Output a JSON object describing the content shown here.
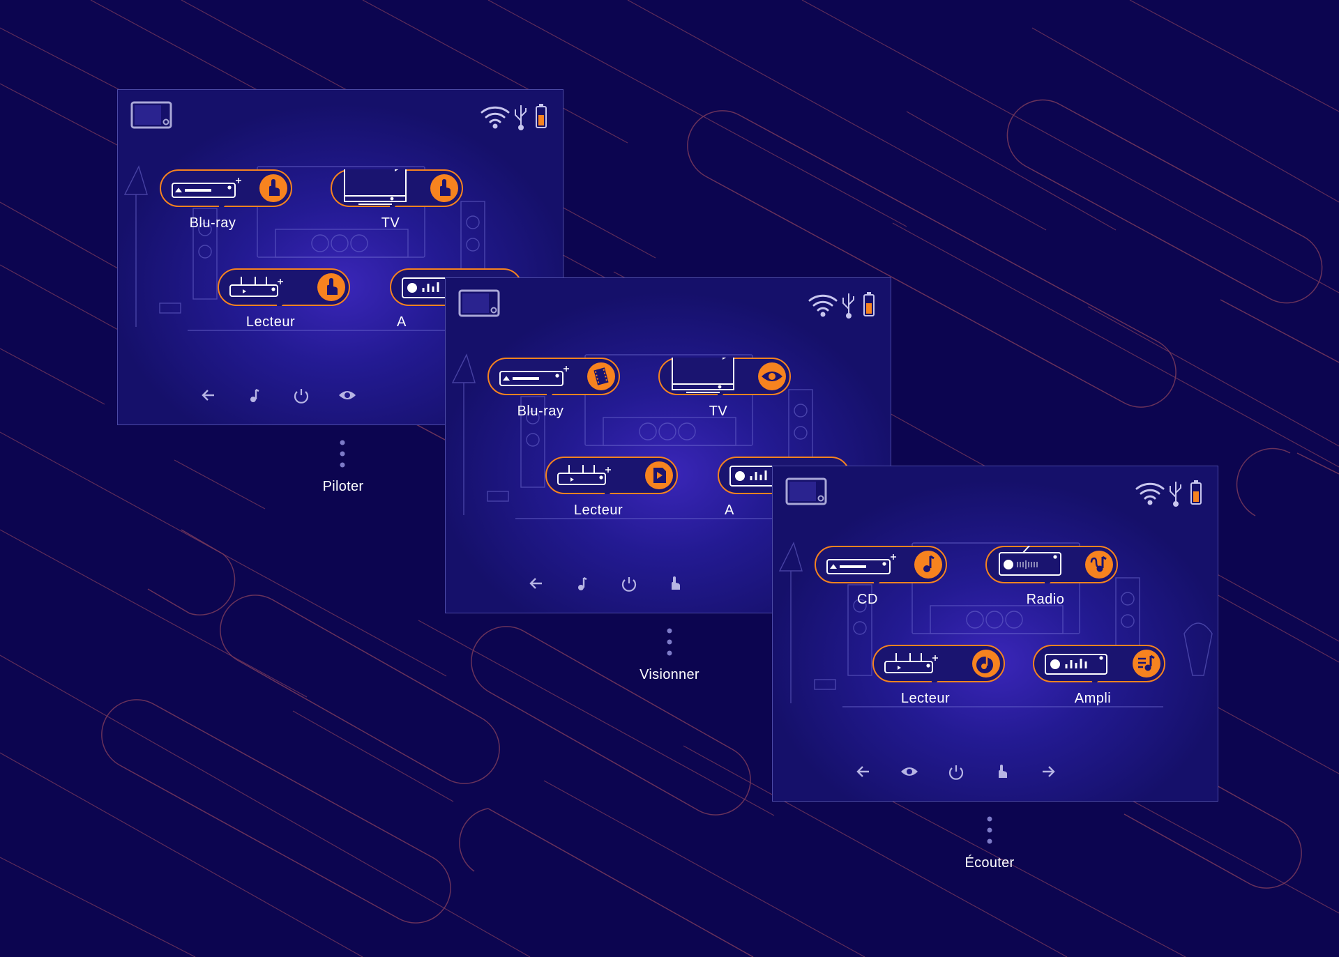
{
  "screens": [
    {
      "caption": "Piloter",
      "devices": [
        {
          "label": "Blu-ray",
          "icon": "bluray-player-icon",
          "action_icon": "hand-pointer-icon"
        },
        {
          "label": "TV",
          "icon": "tv-icon",
          "action_icon": "hand-pointer-icon"
        },
        {
          "label": "Lecteur",
          "icon": "media-player-icon",
          "action_icon": "hand-pointer-icon"
        },
        {
          "label": "A",
          "icon": "amplifier-icon",
          "action_icon": ""
        }
      ],
      "nav": [
        "back-arrow-icon",
        "music-note-icon",
        "power-icon",
        "eye-icon"
      ]
    },
    {
      "caption": "Visionner",
      "devices": [
        {
          "label": "Blu-ray",
          "icon": "bluray-player-icon",
          "action_icon": "film-icon"
        },
        {
          "label": "TV",
          "icon": "tv-icon",
          "action_icon": "eye-icon"
        },
        {
          "label": "Lecteur",
          "icon": "media-player-icon",
          "action_icon": "play-file-icon"
        },
        {
          "label": "A",
          "icon": "amplifier-icon",
          "action_icon": ""
        }
      ],
      "nav": [
        "back-arrow-icon",
        "music-note-icon",
        "power-icon",
        "hand-pointer-icon"
      ]
    },
    {
      "caption": "Écouter",
      "devices": [
        {
          "label": "CD",
          "icon": "cd-player-icon",
          "action_icon": "music-note-icon"
        },
        {
          "label": "Radio",
          "icon": "radio-icon",
          "action_icon": "radio-wave-icon"
        },
        {
          "label": "Lecteur",
          "icon": "media-player-icon",
          "action_icon": "music-disc-icon"
        },
        {
          "label": "Ampli",
          "icon": "amplifier-icon",
          "action_icon": "playlist-icon"
        }
      ],
      "nav": [
        "back-arrow-icon",
        "eye-icon",
        "power-icon",
        "hand-pointer-icon",
        "forward-arrow-icon"
      ]
    }
  ],
  "colors": {
    "background": "#0c0550",
    "panel": "#1e178a",
    "accent": "#f7831f",
    "outline": "#ffffff",
    "muted": "#9a9ad6",
    "line": "#8a3f5a"
  }
}
